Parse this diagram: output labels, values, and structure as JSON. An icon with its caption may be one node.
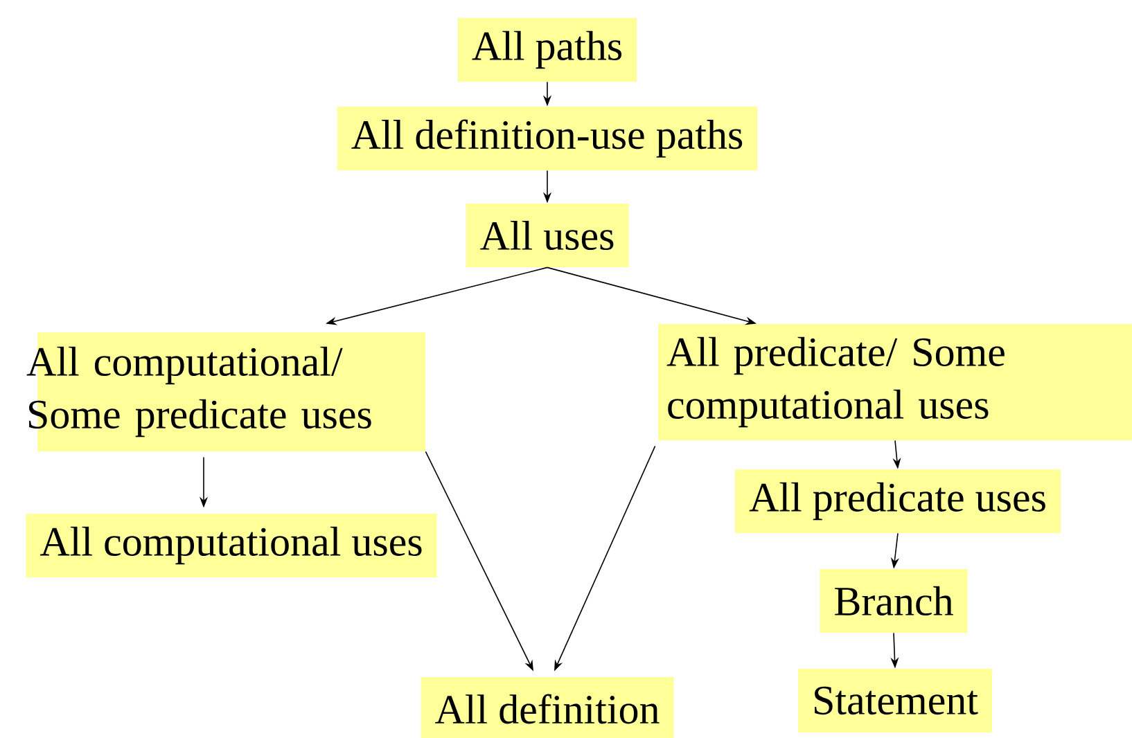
{
  "diagram": {
    "nodes": [
      {
        "text": [
          "All paths"
        ]
      },
      {
        "text": [
          "All definition-use paths"
        ]
      },
      {
        "text": [
          "All uses"
        ]
      },
      {
        "text": [
          "All computational/ Some predicate uses"
        ]
      },
      {
        "text": [
          "All predicate/ Some computational uses"
        ]
      },
      {
        "text": [
          "All computational uses"
        ]
      },
      {
        "text": [
          "All predicate uses"
        ]
      },
      {
        "text": [
          "Branch"
        ]
      },
      {
        "text": [
          "Statement"
        ]
      },
      {
        "text": [
          "All definition"
        ]
      }
    ],
    "edges": [
      {
        "from": 0,
        "to": 1,
        "arrow": "to"
      },
      {
        "from": 1,
        "to": 2,
        "arrow": "to"
      },
      {
        "from": 2,
        "to": 3,
        "arrow": "to"
      },
      {
        "from": 2,
        "to": 4,
        "arrow": "to"
      },
      {
        "from": 3,
        "to": 5,
        "arrow": "to"
      },
      {
        "from": 3,
        "to": 9,
        "arrow": "to"
      },
      {
        "from": 4,
        "to": 9,
        "arrow": "to"
      },
      {
        "from": 4,
        "to": 6,
        "arrow": "to"
      },
      {
        "from": 6,
        "to": 7,
        "arrow": "to"
      },
      {
        "from": 7,
        "to": 8,
        "arrow": "to"
      }
    ]
  }
}
